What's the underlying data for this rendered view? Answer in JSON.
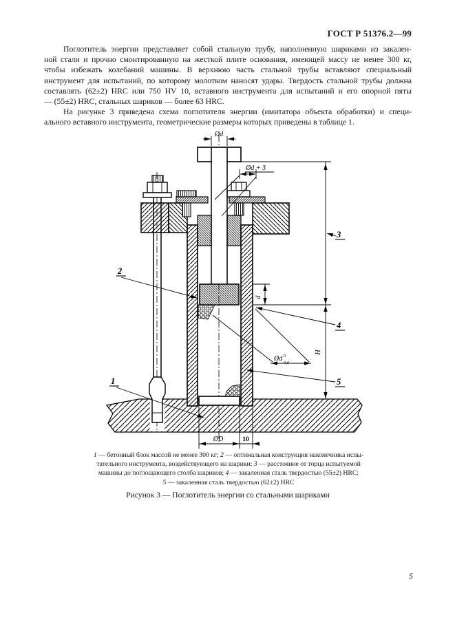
{
  "page": {
    "header": "ГОСТ Р 51376.2—99",
    "page_number": "5"
  },
  "body": {
    "p1_lines": [
      "Поглотитель энергии представляет собой стальную трубу, наполненную шариками из закален-",
      "ной стали и прочно смонтированную на жесткой плите основания, имеющей массу не менее 300 кг,",
      "чтобы избежать колебаний машины. В верхнюю часть стальной трубы вставляют специальный",
      "инструмент для испытаний, по которому молотком наносят удары. Твердость стальной трубы должна",
      "составлять (62±2) HRC или 750 HV 10, вставного инструмента для испытаний и его опорной пяты",
      "— (55±2) HRC, стальных шариков — более 63 HRC."
    ],
    "p2_lines": [
      "На рисунке 3 приведена схема поглотителя энергии (имитатора объекта обработки) и специ-",
      "ального вставного инструмента, геометрические размеры которых приведены в таблице 1."
    ]
  },
  "figure": {
    "callouts": {
      "c1": "1",
      "c2": "2",
      "c3": "3",
      "c4": "4",
      "c5": "5"
    },
    "dims": {
      "rod_dia": "Ød",
      "hole_dia": "Ød + 3",
      "tip_height": "d",
      "column_height": "H",
      "column_dia_base": "Ød",
      "column_dia_sup": "0",
      "column_dia_sub": "0,6",
      "bore_dia": "ØD",
      "edge_offset": "10"
    },
    "caption_lines": [
      [
        {
          "text": "1",
          "italic": true
        },
        {
          "text": " — бетонный блок массой не менее 300 кг; ",
          "italic": false
        },
        {
          "text": "2",
          "italic": true
        },
        {
          "text": " — оптимальная конструкция наконечника испы-",
          "italic": false
        }
      ],
      [
        {
          "text": "тательного инструмента, воздействующего на шарики; ",
          "italic": false
        },
        {
          "text": "3",
          "italic": true
        },
        {
          "text": " — расстояние от торца испытуемой",
          "italic": false
        }
      ],
      [
        {
          "text": "машины до поглощающего столба шариков; ",
          "italic": false
        },
        {
          "text": "4",
          "italic": true
        },
        {
          "text": " — закаленная сталь твердостью (55±2) HRC;",
          "italic": false
        }
      ],
      [
        {
          "text": "5",
          "italic": true
        },
        {
          "text": " — закаленная сталь твердостью (62±2) HRC",
          "italic": false
        }
      ]
    ],
    "title": "Рисунок 3 — Поглотитель энергии со стальными шариками"
  }
}
